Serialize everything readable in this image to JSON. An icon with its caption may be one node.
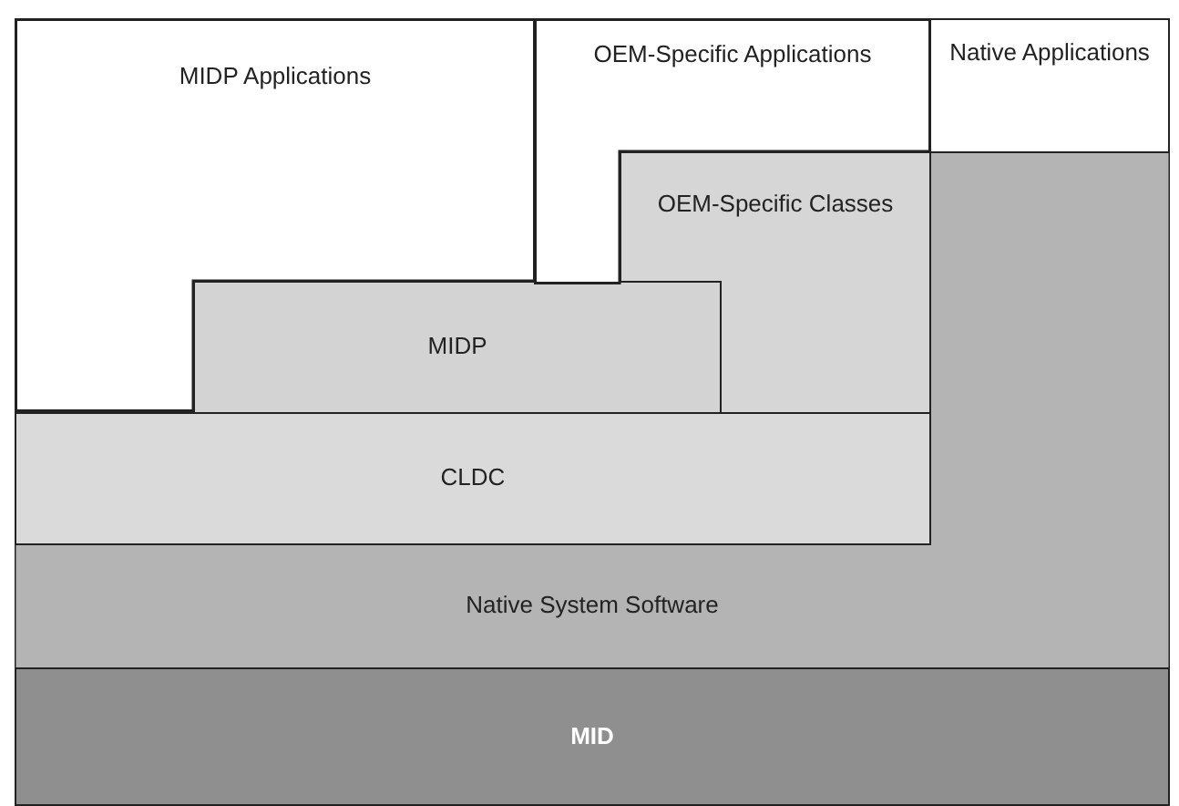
{
  "diagram": {
    "nodes": [
      {
        "text": [
          "MIDP Applications"
        ]
      },
      {
        "text": [
          "OEM-Specific Applications"
        ]
      },
      {
        "text": [
          "Native Applications"
        ]
      },
      {
        "text": [
          "OEM-Specific Classes"
        ]
      },
      {
        "text": [
          "MIDP"
        ]
      },
      {
        "text": [
          "CLDC"
        ]
      },
      {
        "text": [
          "Native System Software"
        ]
      },
      {
        "text": [
          "MID"
        ]
      }
    ]
  }
}
